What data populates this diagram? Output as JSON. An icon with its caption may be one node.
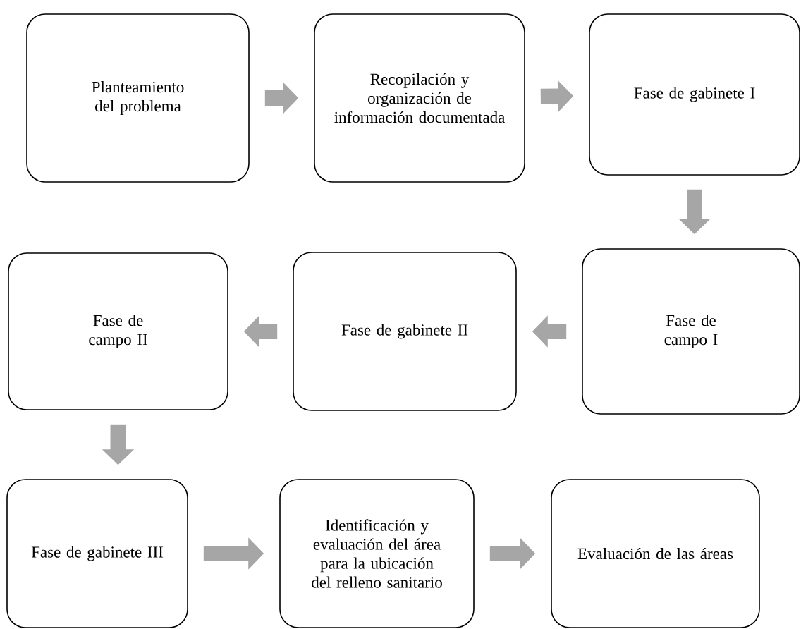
{
  "diagram": {
    "nodes": [
      {
        "text": [
          "Planteamiento del problema"
        ]
      },
      {
        "text": [
          "Recopilación y organización de información documentada"
        ]
      },
      {
        "text": [
          "Fase de gabinete I"
        ]
      },
      {
        "text": [
          "Fase de campo I"
        ]
      },
      {
        "text": [
          "Fase de gabinete II"
        ]
      },
      {
        "text": [
          "Fase de campo II"
        ]
      },
      {
        "text": [
          "Fase de gabinete III"
        ]
      },
      {
        "text": [
          "Identificación y evaluación del área para la ubicación del relleno sanitario"
        ]
      },
      {
        "text": [
          "Evaluación de las áreas"
        ]
      }
    ],
    "edges": [
      {
        "from": 0,
        "to": 1,
        "arrow": "to"
      },
      {
        "from": 1,
        "to": 2,
        "arrow": "to"
      },
      {
        "from": 2,
        "to": 3,
        "arrow": "to"
      },
      {
        "from": 3,
        "to": 4,
        "arrow": "to"
      },
      {
        "from": 4,
        "to": 5,
        "arrow": "to"
      },
      {
        "from": 5,
        "to": 6,
        "arrow": "to"
      },
      {
        "from": 6,
        "to": 7,
        "arrow": "to"
      },
      {
        "from": 7,
        "to": 8,
        "arrow": "to"
      }
    ]
  }
}
